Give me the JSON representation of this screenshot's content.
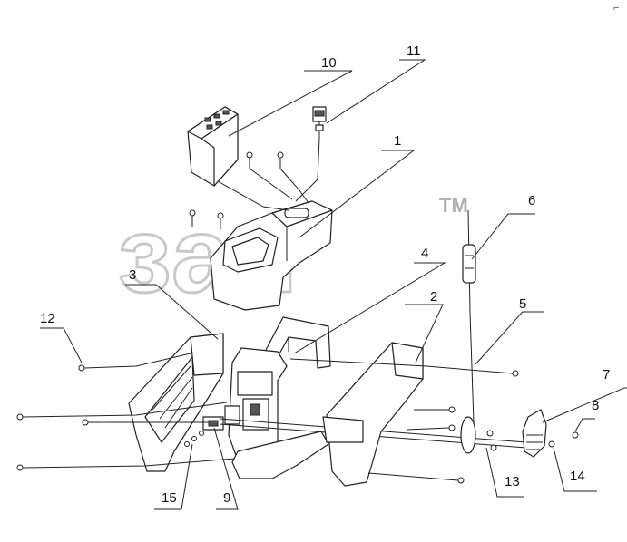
{
  "watermark": {
    "text": "зап",
    "mark": "TM",
    "color": "#b8b8b8"
  },
  "corner_mark": "⌐",
  "callouts": [
    {
      "id": "1",
      "label": "1"
    },
    {
      "id": "2",
      "label": "2"
    },
    {
      "id": "3",
      "label": "3"
    },
    {
      "id": "4",
      "label": "4"
    },
    {
      "id": "5",
      "label": "5"
    },
    {
      "id": "6",
      "label": "6"
    },
    {
      "id": "7",
      "label": "7"
    },
    {
      "id": "8",
      "label": "8"
    },
    {
      "id": "9",
      "label": "9"
    },
    {
      "id": "10",
      "label": "10"
    },
    {
      "id": "11",
      "label": "11"
    },
    {
      "id": "12",
      "label": "12"
    },
    {
      "id": "13",
      "label": "13"
    },
    {
      "id": "14",
      "label": "14"
    },
    {
      "id": "15",
      "label": "15"
    }
  ]
}
